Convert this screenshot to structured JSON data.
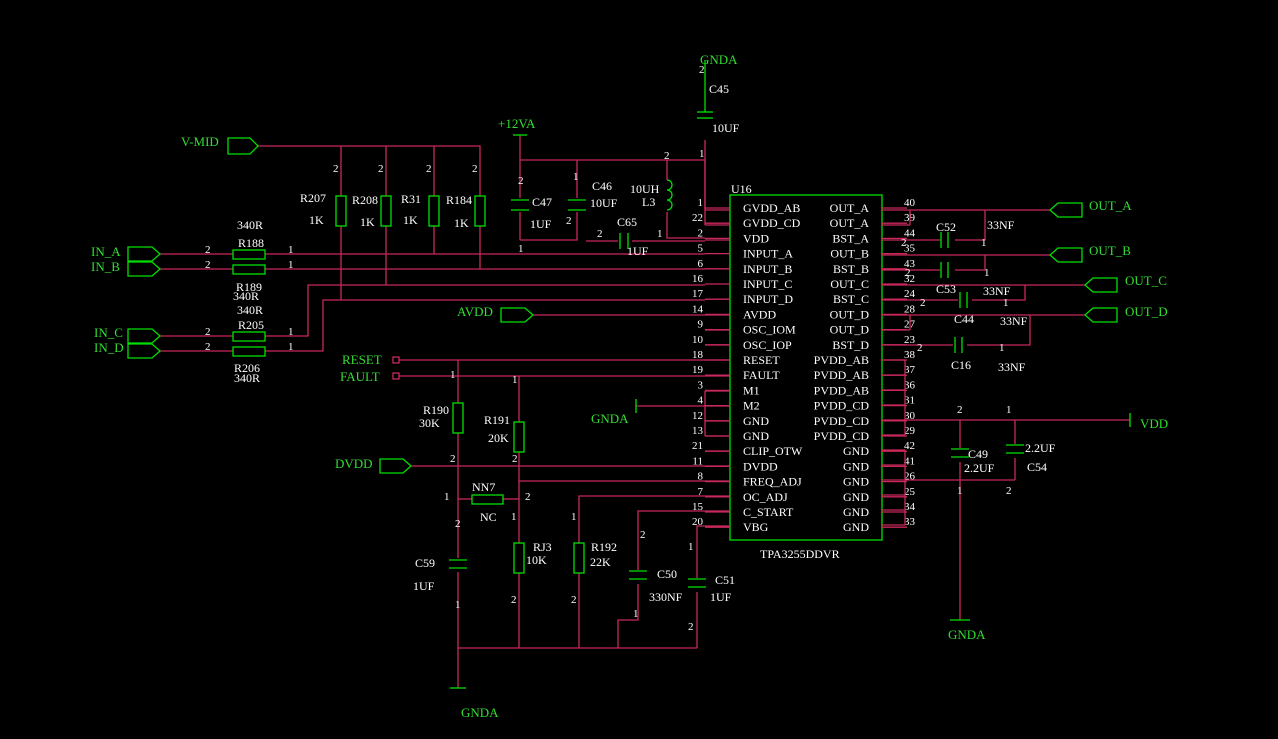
{
  "ic": {
    "ref": "U16",
    "part": "TPA3255DDVR",
    "left_pins": [
      {
        "num": "1",
        "name": "GVDD_AB"
      },
      {
        "num": "22",
        "name": "GVDD_CD"
      },
      {
        "num": "2",
        "name": "VDD"
      },
      {
        "num": "5",
        "name": "INPUT_A"
      },
      {
        "num": "6",
        "name": "INPUT_B"
      },
      {
        "num": "16",
        "name": "INPUT_C"
      },
      {
        "num": "17",
        "name": "INPUT_D"
      },
      {
        "num": "14",
        "name": "AVDD"
      },
      {
        "num": "9",
        "name": "OSC_IOM"
      },
      {
        "num": "10",
        "name": "OSC_IOP"
      },
      {
        "num": "18",
        "name": "RESET"
      },
      {
        "num": "19",
        "name": "FAULT"
      },
      {
        "num": "3",
        "name": "M1"
      },
      {
        "num": "4",
        "name": "M2"
      },
      {
        "num": "12",
        "name": "GND"
      },
      {
        "num": "13",
        "name": "GND"
      },
      {
        "num": "21",
        "name": "CLIP_OTW"
      },
      {
        "num": "11",
        "name": "DVDD"
      },
      {
        "num": "8",
        "name": "FREQ_ADJ"
      },
      {
        "num": "7",
        "name": "OC_ADJ"
      },
      {
        "num": "15",
        "name": "C_START"
      },
      {
        "num": "20",
        "name": "VBG"
      }
    ],
    "right_pins": [
      {
        "num": "40",
        "name": "OUT_A"
      },
      {
        "num": "39",
        "name": "OUT_A"
      },
      {
        "num": "44",
        "name": "BST_A"
      },
      {
        "num": "35",
        "name": "OUT_B"
      },
      {
        "num": "43",
        "name": "BST_B"
      },
      {
        "num": "32",
        "name": "OUT_C"
      },
      {
        "num": "24",
        "name": "BST_C"
      },
      {
        "num": "28",
        "name": "OUT_D"
      },
      {
        "num": "27",
        "name": "OUT_D"
      },
      {
        "num": "23",
        "name": "BST_D"
      },
      {
        "num": "38",
        "name": "PVDD_AB"
      },
      {
        "num": "37",
        "name": "PVDD_AB"
      },
      {
        "num": "36",
        "name": "PVDD_AB"
      },
      {
        "num": "31",
        "name": "PVDD_CD"
      },
      {
        "num": "30",
        "name": "PVDD_CD"
      },
      {
        "num": "29",
        "name": "PVDD_CD"
      },
      {
        "num": "42",
        "name": "GND"
      },
      {
        "num": "41",
        "name": "GND"
      },
      {
        "num": "26",
        "name": "GND"
      },
      {
        "num": "25",
        "name": "GND"
      },
      {
        "num": "34",
        "name": "GND"
      },
      {
        "num": "33",
        "name": "GND"
      }
    ]
  },
  "components": {
    "R207": {
      "ref": "R207",
      "value": "1K"
    },
    "R208": {
      "ref": "R208",
      "value": "1K"
    },
    "R31": {
      "ref": "R31",
      "value": "1K"
    },
    "R184": {
      "ref": "R184",
      "value": "1K"
    },
    "R188": {
      "ref": "R188",
      "value": "340R"
    },
    "R189": {
      "ref": "R189",
      "value": "340R"
    },
    "R205": {
      "ref": "R205",
      "value": "340R"
    },
    "R206": {
      "ref": "R206",
      "value": "340R"
    },
    "R190": {
      "ref": "R190",
      "value": "30K"
    },
    "R191": {
      "ref": "R191",
      "value": "20K"
    },
    "RJ3": {
      "ref": "RJ3",
      "value": "10K"
    },
    "R192": {
      "ref": "R192",
      "value": "22K"
    },
    "NN7": {
      "ref": "NN7",
      "value": "NC"
    },
    "C45": {
      "ref": "C45",
      "value": "10UF"
    },
    "C47": {
      "ref": "C47",
      "value": "1UF"
    },
    "C46": {
      "ref": "C46",
      "value": "10UF"
    },
    "C65": {
      "ref": "C65",
      "value": "1UF"
    },
    "L3": {
      "ref": "L3",
      "value": "10UH"
    },
    "C52": {
      "ref": "C52",
      "value": "33NF"
    },
    "C53": {
      "ref": "C53",
      "value": "33NF"
    },
    "C44": {
      "ref": "C44",
      "value": "33NF"
    },
    "C16": {
      "ref": "C16",
      "value": "33NF"
    },
    "C49": {
      "ref": "C49",
      "value": "2.2UF"
    },
    "C54": {
      "ref": "C54",
      "value": "2.2UF"
    },
    "C59": {
      "ref": "C59",
      "value": "1UF"
    },
    "C50": {
      "ref": "C50",
      "value": "330NF"
    },
    "C51": {
      "ref": "C51",
      "value": "1UF"
    }
  },
  "nets": {
    "vmid": "V-MID",
    "in_a": "IN_A",
    "in_b": "IN_B",
    "in_c": "IN_C",
    "in_d": "IN_D",
    "avdd": "AVDD",
    "reset": "RESET",
    "fault": "FAULT",
    "dvdd": "DVDD",
    "p12va": "+12VA",
    "gnda": "GNDA",
    "out_a": "OUT_A",
    "out_b": "OUT_B",
    "out_c": "OUT_C",
    "out_d": "OUT_D",
    "vdd": "VDD"
  },
  "pin_labels": {
    "one": "1",
    "two": "2"
  },
  "colors": {
    "wire": "#c8285a",
    "part": "#00e000",
    "net_label": "#33dd33",
    "text": "#ffffff",
    "background": "#000000"
  }
}
